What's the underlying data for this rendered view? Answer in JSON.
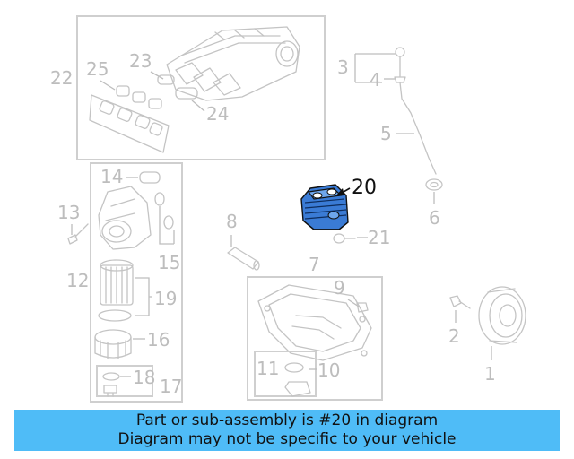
{
  "banner": {
    "line1": "Part or sub-assembly is #20 in diagram",
    "line2": "Diagram may not be specific to your vehicle"
  },
  "highlight_color": "#3a7bd5",
  "banner_color": "#4fbcf7",
  "callouts": {
    "c1": "1",
    "c2": "2",
    "c3": "3",
    "c4": "4",
    "c5": "5",
    "c6": "6",
    "c7": "7",
    "c8": "8",
    "c9": "9",
    "c10": "10",
    "c11": "11",
    "c12": "12",
    "c13": "13",
    "c14": "14",
    "c15": "15",
    "c16": "16",
    "c17": "17",
    "c18": "18",
    "c19": "19",
    "c20": "20",
    "c21": "21",
    "c22": "22",
    "c23": "23",
    "c24": "24",
    "c25": "25"
  }
}
